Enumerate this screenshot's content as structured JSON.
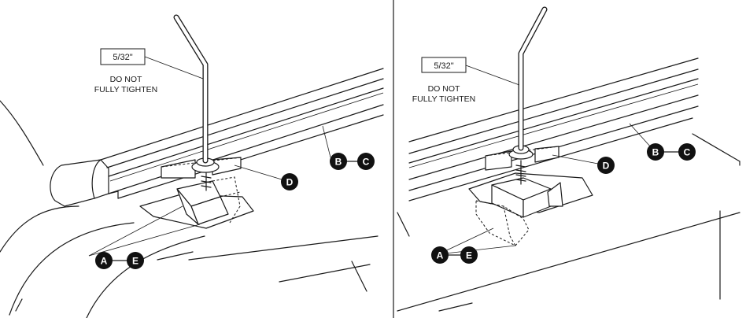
{
  "panels": [
    {
      "id": "left",
      "tool_size": "5/32\"",
      "note_line1": "DO NOT",
      "note_line2": "FULLY TIGHTEN",
      "callouts": [
        {
          "id": "b",
          "letter": "B"
        },
        {
          "id": "c",
          "letter": "C"
        },
        {
          "id": "d",
          "letter": "D"
        },
        {
          "id": "a",
          "letter": "A"
        },
        {
          "id": "e",
          "letter": "E"
        }
      ]
    },
    {
      "id": "right",
      "tool_size": "5/32\"",
      "note_line1": "DO NOT",
      "note_line2": "FULLY TIGHTEN",
      "callouts": [
        {
          "id": "b",
          "letter": "B"
        },
        {
          "id": "c",
          "letter": "C"
        },
        {
          "id": "d",
          "letter": "D"
        },
        {
          "id": "a",
          "letter": "A"
        },
        {
          "id": "e",
          "letter": "E"
        }
      ]
    }
  ]
}
